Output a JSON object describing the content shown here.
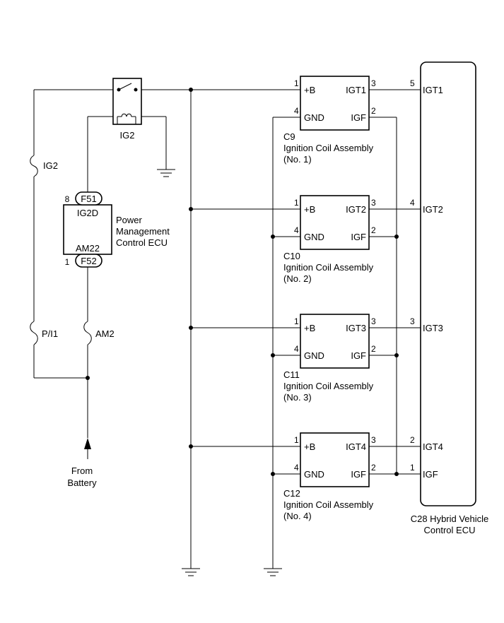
{
  "relay": {
    "label": "IG2"
  },
  "fuses": {
    "ig2": "IG2",
    "pi1": "P/I1",
    "am2": "AM2"
  },
  "battery": {
    "line1": "From",
    "line2": "Battery"
  },
  "pm_ecu": {
    "connector_top": "F51",
    "connector_top_pin": "8",
    "top_terminal": "IG2D",
    "connector_bottom": "F52",
    "connector_bottom_pin": "1",
    "bottom_terminal": "AM22",
    "name_line1": "Power",
    "name_line2": "Management",
    "name_line3": "Control ECU"
  },
  "coils": [
    {
      "code": "C9",
      "name": "Ignition Coil Assembly",
      "number": "(No. 1)",
      "pin_b": "1",
      "pin_gnd": "4",
      "pin_igt": "3",
      "pin_igf": "2",
      "term_b": "+B",
      "term_gnd": "GND",
      "term_igt": "IGT1",
      "term_igf": "IGF"
    },
    {
      "code": "C10",
      "name": "Ignition Coil Assembly",
      "number": "(No. 2)",
      "pin_b": "1",
      "pin_gnd": "4",
      "pin_igt": "3",
      "pin_igf": "2",
      "term_b": "+B",
      "term_gnd": "GND",
      "term_igt": "IGT2",
      "term_igf": "IGF"
    },
    {
      "code": "C11",
      "name": "Ignition Coil Assembly",
      "number": "(No. 3)",
      "pin_b": "1",
      "pin_gnd": "4",
      "pin_igt": "3",
      "pin_igf": "2",
      "term_b": "+B",
      "term_gnd": "GND",
      "term_igt": "IGT3",
      "term_igf": "IGF"
    },
    {
      "code": "C12",
      "name": "Ignition Coil Assembly",
      "number": "(No. 4)",
      "pin_b": "1",
      "pin_gnd": "4",
      "pin_igt": "3",
      "pin_igf": "2",
      "term_b": "+B",
      "term_gnd": "GND",
      "term_igt": "IGT4",
      "term_igf": "IGF"
    }
  ],
  "hv_ecu": {
    "name_line1": "C28 Hybrid Vehicle",
    "name_line2": "Control ECU",
    "pins": [
      {
        "num": "5",
        "label": "IGT1"
      },
      {
        "num": "4",
        "label": "IGT2"
      },
      {
        "num": "3",
        "label": "IGT3"
      },
      {
        "num": "2",
        "label": "IGT4"
      },
      {
        "num": "1",
        "label": "IGF"
      }
    ]
  }
}
